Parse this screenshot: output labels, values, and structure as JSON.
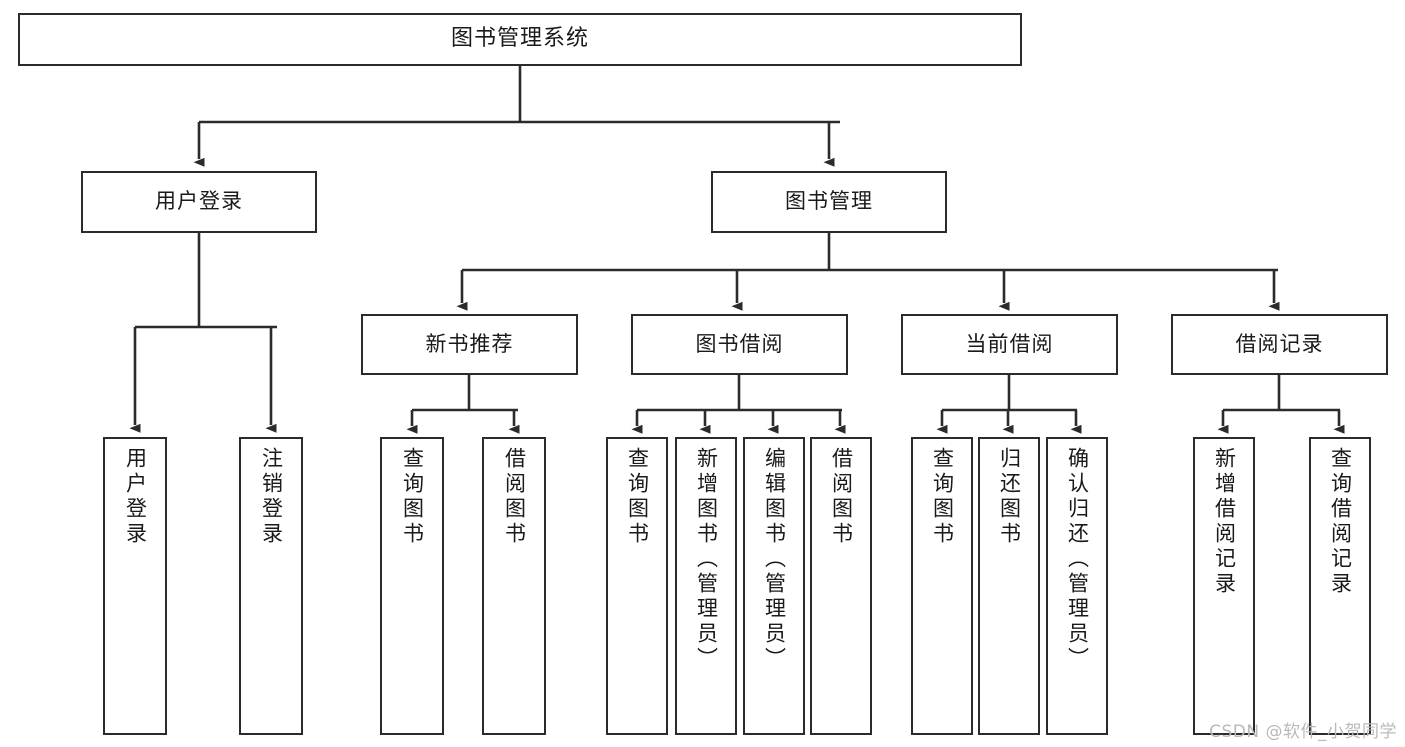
{
  "diagram": {
    "title": "图书管理系统",
    "type": "tree-hierarchy-diagram",
    "colors": {
      "stroke": "#2b2b2b",
      "fill": "#ffffff",
      "text": "#1a1a1a",
      "watermark": "#b9b9b9"
    },
    "root": {
      "label": "图书管理系统"
    },
    "branches": [
      {
        "label": "用户登录"
      },
      {
        "label": "图书管理"
      }
    ],
    "subbranches": [
      {
        "label": "新书推荐"
      },
      {
        "label": "图书借阅"
      },
      {
        "label": "当前借阅"
      },
      {
        "label": "借阅记录"
      }
    ],
    "leaves": {
      "user_login": [
        {
          "label": "用户登录"
        },
        {
          "label": "注销登录"
        }
      ],
      "new_book_recommend": [
        {
          "label": "查询图书"
        },
        {
          "label": "借阅图书"
        }
      ],
      "book_borrow": [
        {
          "label": "查询图书"
        },
        {
          "label": "新增图书（管理员）"
        },
        {
          "label": "编辑图书（管理员）"
        },
        {
          "label": "借阅图书"
        }
      ],
      "current_borrow": [
        {
          "label": "查询图书"
        },
        {
          "label": "归还图书"
        },
        {
          "label": "确认归还（管理员）"
        }
      ],
      "borrow_records": [
        {
          "label": "新增借阅记录"
        },
        {
          "label": "查询借阅记录"
        }
      ]
    },
    "watermark": "CSDN @软件_小贺同学"
  }
}
